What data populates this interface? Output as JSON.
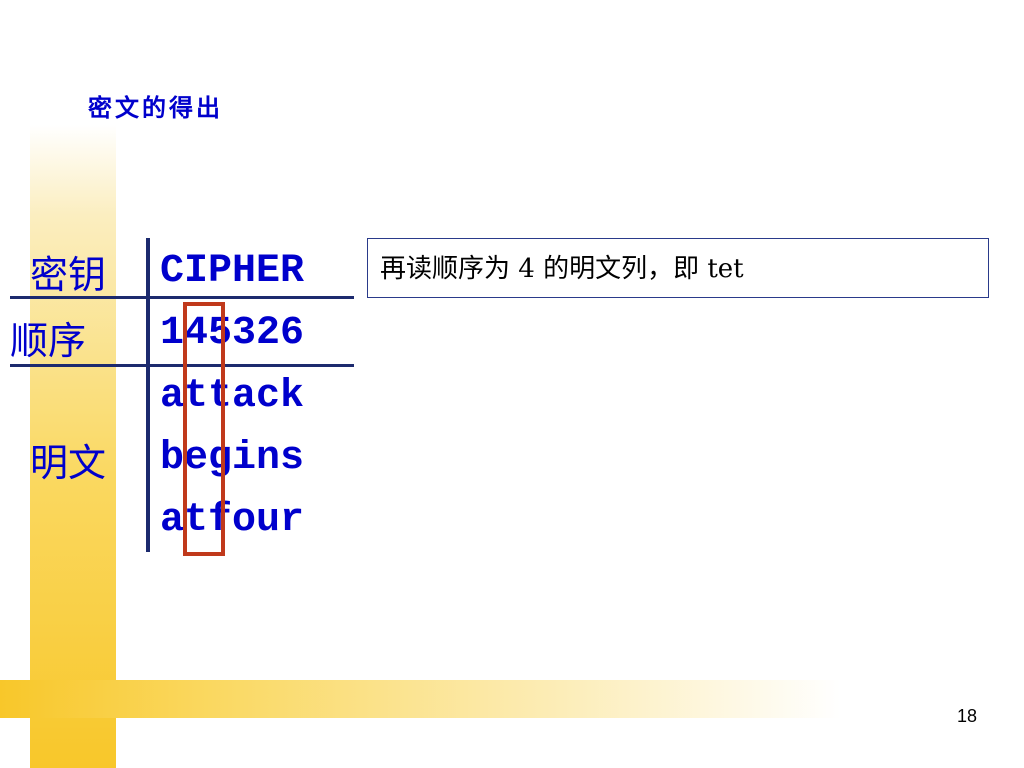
{
  "slide": {
    "title": "密文的得出",
    "page_number": "18"
  },
  "table": {
    "rows": [
      {
        "label": "密钥",
        "value": "CIPHER"
      },
      {
        "label": "顺序",
        "value": "145326"
      },
      {
        "label": "明文",
        "lines": [
          "attack",
          "begins",
          "atfour"
        ]
      }
    ]
  },
  "note": {
    "text": "再读顺序为 4 的明文列，即 tet"
  },
  "colors": {
    "text_blue": "#0000cc",
    "highlight_red": "#c0391b",
    "rule_navy": "#1c2a6e",
    "accent_yellow": "#f8c72a"
  }
}
